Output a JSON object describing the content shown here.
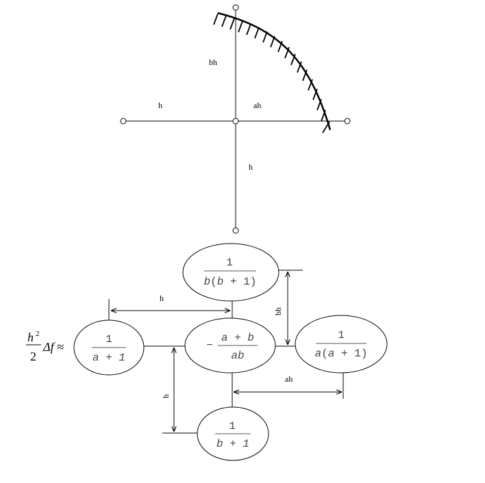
{
  "stencil": {
    "labels": {
      "bh": "bh",
      "h_left": "h",
      "ah": "ah",
      "h_bottom": "h"
    }
  },
  "formula": {
    "lhs_h": "h",
    "lhs_sup": "2",
    "lhs_den": "2",
    "lhs_rest": "Δf ≈"
  },
  "nodes": {
    "top": {
      "num": "1",
      "den_pre": "b",
      "den_var": "b",
      "den_post": "+ 1"
    },
    "left": {
      "num": "1",
      "den": "a + 1"
    },
    "center": {
      "sign": "−",
      "num": "a + b",
      "den": "ab"
    },
    "right": {
      "num": "1",
      "den_pre": "a",
      "den_var": "a",
      "den_post": "+ 1"
    },
    "bottom": {
      "num": "1",
      "den": "b + 1"
    }
  },
  "dimensions": {
    "h_top": "h",
    "bh": "bh",
    "h_left": "h",
    "ah": "ah"
  }
}
